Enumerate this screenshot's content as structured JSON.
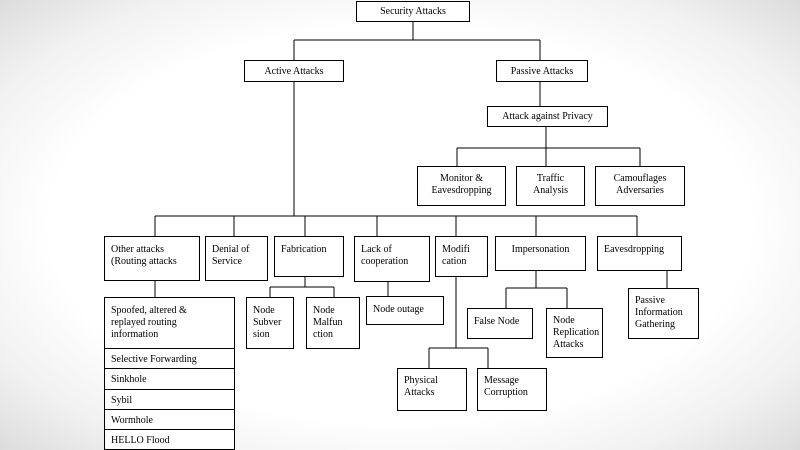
{
  "diagram": {
    "root": "Security Attacks",
    "active": "Active Attacks",
    "passive": "Passive Attacks",
    "privacy": "Attack against Privacy",
    "privacy_children": {
      "monitor": "Monitor &\nEavesdropping",
      "traffic": "Traffic\nAnalysis",
      "camouflage": "Camouflages\nAdversaries"
    },
    "active_children": {
      "other": "Other attacks\n(Routing attacks",
      "dos": "Denial of\nService",
      "fabrication": "Fabrication",
      "lack": "Lack of\ncooperation",
      "modification": "Modifi\ncation",
      "impersonation": "Impersonation",
      "eavesdropping": "Eavesdropping"
    },
    "routing_attacks": {
      "spoofed": "Spoofed, altered &\nreplayed routing\ninformation",
      "selective": "Selective Forwarding",
      "sinkhole": "Sinkhole",
      "sybil": "Sybil",
      "wormhole": "Wormhole",
      "hello": "HELLO Flood"
    },
    "fabrication_children": {
      "subversion": "Node\nSubver\nsion",
      "malfunction": "Node\nMalfun\nction"
    },
    "lack_children": {
      "outage": "Node outage"
    },
    "modification_children": {
      "physical": "Physical\nAttacks",
      "corruption": "Message\nCorruption"
    },
    "impersonation_children": {
      "false_node": "False Node",
      "replication": "Node\nReplication\nAttacks"
    },
    "eavesdropping_children": {
      "passive_gathering": "Passive\nInformation\nGathering"
    }
  }
}
